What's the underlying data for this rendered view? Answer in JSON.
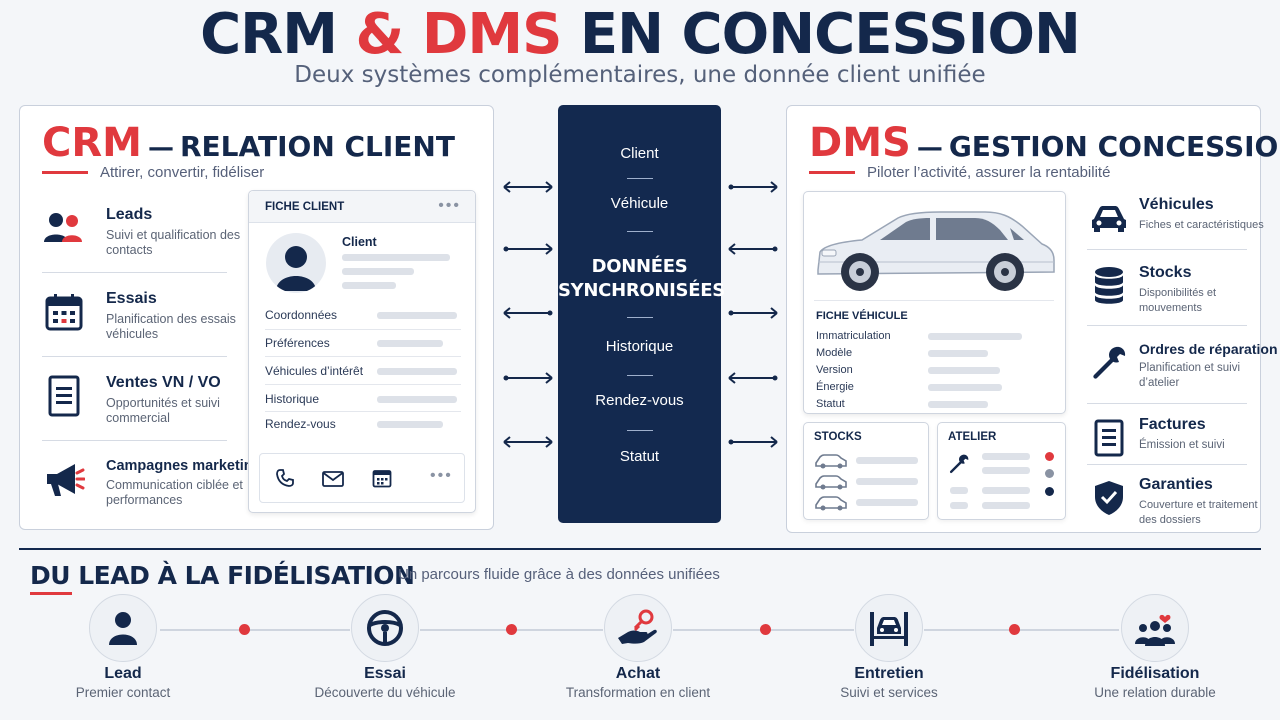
{
  "header": {
    "title_crm": "CRM",
    "title_amp": " & ",
    "title_dms": "DMS",
    "title_rest": " EN CONCESSION",
    "subtitle": "Deux systèmes complémentaires, une donnée client unifiée"
  },
  "crm": {
    "acronym": "CRM",
    "dash": "—",
    "title": "RELATION CLIENT",
    "subtitle": "Attirer, convertir, fidéliser",
    "features": [
      {
        "icon": "users-icon",
        "title": "Leads",
        "desc": "Suivi et qualification des contacts"
      },
      {
        "icon": "calendar-icon",
        "title": "Essais",
        "desc": "Planification des essais véhicules"
      },
      {
        "icon": "document-icon",
        "title": "Ventes VN / VO",
        "desc": "Opportunités et suivi commercial"
      },
      {
        "icon": "megaphone-icon",
        "title": "Campagnes marketing",
        "desc": "Communication ciblée et performances"
      }
    ],
    "fiche": {
      "header": "FICHE CLIENT",
      "dots": "•••",
      "name": "Client",
      "rows": [
        "Coordonnées",
        "Préférences",
        "Véhicules d’intérêt",
        "Historique",
        "Rendez-vous"
      ],
      "more": "•••"
    }
  },
  "sync": {
    "top": [
      "Client",
      "Véhicule"
    ],
    "center_line1": "DONNÉES",
    "center_line2": "SYNCHRONISÉES",
    "bottom": [
      "Historique",
      "Rendez-vous",
      "Statut"
    ]
  },
  "dms": {
    "acronym": "DMS",
    "dash": "—",
    "title": "GESTION CONCESSION",
    "subtitle": "Piloter l’activité, assurer la rentabilité",
    "vehicle_card": {
      "header": "FICHE VÉHICULE",
      "rows": [
        "Immatriculation",
        "Modèle",
        "Version",
        "Énergie",
        "Statut"
      ]
    },
    "stocks_label": "STOCKS",
    "atelier_label": "ATELIER",
    "atelier_colors": [
      "#e0393e",
      "#8a93a3",
      "#14284b"
    ],
    "features": [
      {
        "icon": "car-icon",
        "title": "Véhicules",
        "desc": "Fiches et caractéristiques"
      },
      {
        "icon": "database-icon",
        "title": "Stocks",
        "desc": "Disponibilités et mouvements"
      },
      {
        "icon": "wrench-icon",
        "title": "Ordres de réparation",
        "desc": "Planification et suivi d’atelier"
      },
      {
        "icon": "invoice-icon",
        "title": "Factures",
        "desc": "Émission et suivi"
      },
      {
        "icon": "shield-check-icon",
        "title": "Garanties",
        "desc": "Couverture et traitement des dossiers"
      }
    ]
  },
  "timeline": {
    "title": "DU LEAD À LA FIDÉLISATION",
    "subtitle": "Un parcours fluide grâce à des données unifiées",
    "steps": [
      {
        "icon": "user-icon",
        "title": "Lead",
        "desc": "Premier contact"
      },
      {
        "icon": "steering-wheel-icon",
        "title": "Essai",
        "desc": "Découverte du véhicule"
      },
      {
        "icon": "key-hand-icon",
        "title": "Achat",
        "desc": "Transformation en client"
      },
      {
        "icon": "car-lift-icon",
        "title": "Entretien",
        "desc": "Suivi et services"
      },
      {
        "icon": "community-heart-icon",
        "title": "Fidélisation",
        "desc": "Une relation durable"
      }
    ]
  },
  "colors": {
    "navy": "#14284b",
    "red": "#e0393e",
    "box": "#13294f"
  }
}
